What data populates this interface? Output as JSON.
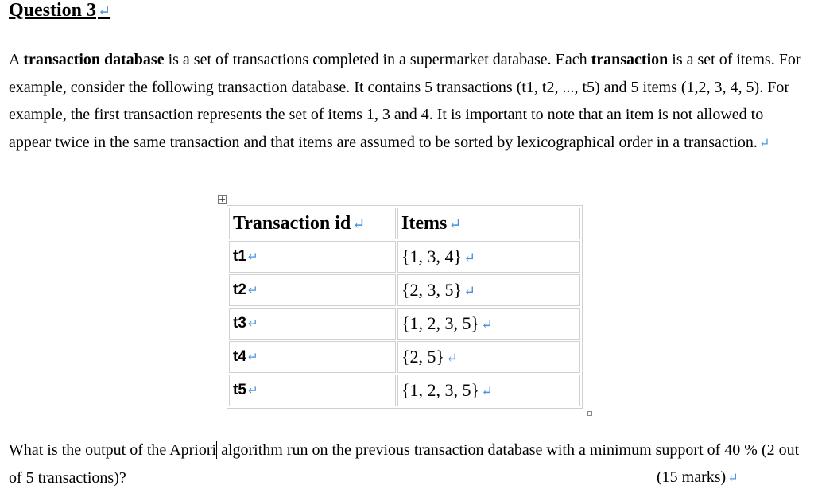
{
  "heading": "Question 3",
  "intro": {
    "p1": "A ",
    "b1": "transaction database",
    "p2": " is a set of transactions completed in a supermarket database. Each ",
    "b2": "transaction",
    "p3": " is a set of items. For example, consider the following transaction database. It contains 5 transactions (t1, t2, ..., t5) and 5 items (1,2, 3, 4, 5). For example, the first transaction represents the set of items 1, 3 and 4. It is important to note that an item is not allowed to appear twice in the same transaction and that items are assumed to be sorted by lexicographical order in a transaction."
  },
  "table": {
    "headers": [
      "Transaction id",
      "Items"
    ],
    "rows": [
      {
        "id": "t1",
        "items": "{1, 3, 4}"
      },
      {
        "id": "t2",
        "items": "{2, 3, 5}"
      },
      {
        "id": "t3",
        "items": "{1, 2, 3, 5}"
      },
      {
        "id": "t4",
        "items": "{2, 5}"
      },
      {
        "id": "t5",
        "items": "{1, 2, 3, 5}"
      }
    ]
  },
  "question": {
    "before_cursor": "What is the output of the Apriori",
    "after_cursor": " algorithm run on the previous transaction database with a minimum support of 40 % (2 out of 5 transactions)?",
    "marks": "(15 marks)"
  },
  "icons": {
    "paragraph_mark": "return-arrow-icon",
    "table_move": "move-handle-icon"
  },
  "colors": {
    "paragraph_mark": "#4a90d9",
    "table_border": "#d0d0d0"
  }
}
